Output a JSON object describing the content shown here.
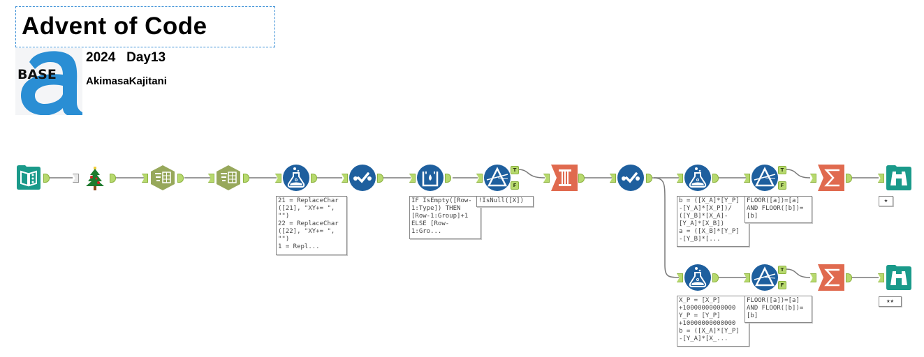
{
  "header": {
    "title": "Advent of Code",
    "subtitle": "2024   Day13",
    "author": "AkimasaKajitani",
    "logo_text": "BASE",
    "logo_letter": "a"
  },
  "colors": {
    "input_tool": "#1a9a8a",
    "prep_tool": "#1e5f9e",
    "join_tool": "#e06a4f",
    "transform_tool": "#97a85b",
    "anchor": "#b7d96e",
    "wire": "#9a9a9a"
  },
  "workflow": {
    "tools": [
      {
        "id": "input",
        "icon": "text-input-book-icon"
      },
      {
        "id": "macro",
        "icon": "christmas-tree-icon"
      },
      {
        "id": "text-to-columns-1",
        "icon": "text-to-columns-icon"
      },
      {
        "id": "text-to-columns-2",
        "icon": "text-to-columns-icon"
      },
      {
        "id": "formula-1",
        "icon": "formula-flask-icon"
      },
      {
        "id": "select-1",
        "icon": "select-check-icon"
      },
      {
        "id": "multi-row-formula",
        "icon": "multi-row-formula-icon"
      },
      {
        "id": "filter-1",
        "icon": "filter-prism-icon"
      },
      {
        "id": "cross-tab",
        "icon": "cross-tab-pillar-icon"
      },
      {
        "id": "select-2",
        "icon": "select-check-icon"
      },
      {
        "id": "formula-2",
        "icon": "formula-flask-icon"
      },
      {
        "id": "filter-2",
        "icon": "filter-prism-icon"
      },
      {
        "id": "summarize-1",
        "icon": "summarize-sigma-icon"
      },
      {
        "id": "browse-1",
        "icon": "browse-binoculars-icon"
      },
      {
        "id": "formula-3",
        "icon": "formula-flask-icon"
      },
      {
        "id": "filter-3",
        "icon": "filter-prism-icon"
      },
      {
        "id": "summarize-2",
        "icon": "summarize-sigma-icon"
      },
      {
        "id": "browse-2",
        "icon": "browse-binoculars-icon"
      }
    ],
    "anchor_labels": {
      "true": "T",
      "false": "F"
    },
    "annotations": {
      "formula_1": "21 = ReplaceChar\n([21], \"XY+= \",\n\"\")\n22 = ReplaceChar\n([22], \"XY+= \",\n\"\")\n1 = Repl...",
      "multi_row": "IF IsEmpty([Row-\n1:Type]) THEN\n[Row-1:Group]+1\nELSE [Row-\n1:Gro...",
      "filter_1": "!IsNull([X])",
      "formula_2": "b = ([X_A]*[Y_P]\n-[Y_A]*[X_P])/\n([Y_B]*[X_A]-\n[Y_A]*[X_B])\na = ([X_B]*[Y_P]\n-[Y_B]*[...",
      "filter_2": "FLOOR([a])=[a]\nAND FLOOR([b])=\n[b]",
      "browse_1": "★",
      "formula_3": "X_P = [X_P]\n+10000000000000\nY_P = [Y_P]\n+10000000000000\nb = ([X_A]*[Y_P]\n-[Y_A]*[X_...",
      "filter_3": "FLOOR([a])=[a]\nAND FLOOR([b])=\n[b]",
      "browse_2": "★★"
    }
  }
}
